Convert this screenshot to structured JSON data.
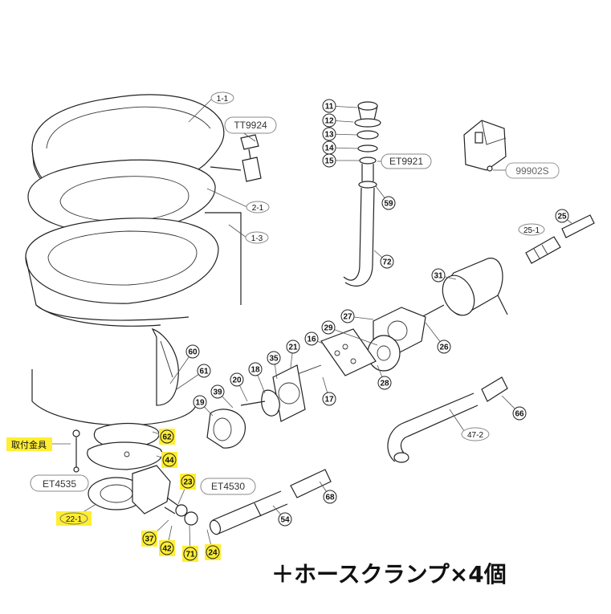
{
  "codes": {
    "tt9924": "TT9924",
    "et9921": "ET9921",
    "p99902s": "99902S",
    "et4535": "ET4535",
    "et4530": "ET4530"
  },
  "oval_labels": {
    "l1_1": "1-1",
    "l2_1": "2-1",
    "l1_3": "1-3",
    "l25_1": "25-1",
    "l47_2": "47-2",
    "l22_1": "22-1"
  },
  "circle_labels": {
    "n11": "11",
    "n12": "12",
    "n13": "13",
    "n14": "14",
    "n15": "15",
    "n59": "59",
    "n72": "72",
    "n25": "25",
    "n31": "31",
    "n26": "26",
    "n27": "27",
    "n29": "29",
    "n28": "28",
    "n16": "16",
    "n17": "17",
    "n21": "21",
    "n35": "35",
    "n18": "18",
    "n20": "20",
    "n39": "39",
    "n19": "19",
    "n60": "60",
    "n61": "61",
    "n62": "62",
    "n44": "44",
    "n23": "23",
    "n37": "37",
    "n42": "42",
    "n71": "71",
    "n24": "24",
    "n68": "68",
    "n54": "54",
    "n66": "66"
  },
  "mounting_label": "取付金具",
  "footer_note": "＋ホースクランプ×4個",
  "highlight_color": "#ffee33"
}
